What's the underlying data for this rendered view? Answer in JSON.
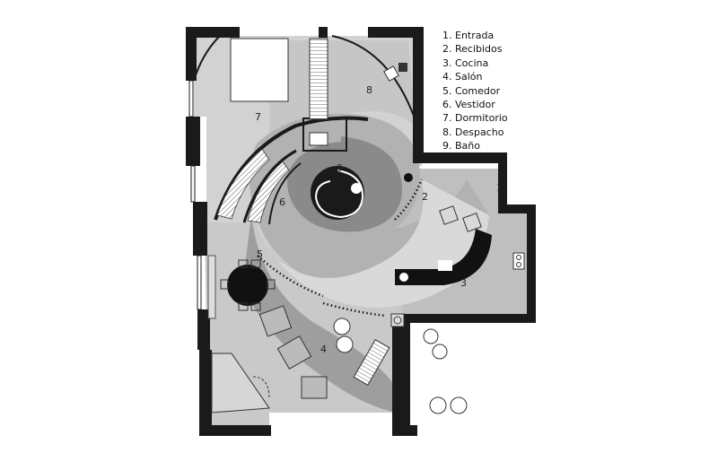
{
  "legend": {
    "items": [
      "1. Entrada",
      "2. Recibidos",
      "3. Cocina",
      "4. Salón",
      "5. Comedor",
      "6. Vestidor",
      "7. Dormitorio",
      "8. Despacho",
      "9. Baño"
    ]
  },
  "room_numbers": {
    "n1": "1",
    "n2": "2",
    "n3": "3",
    "n4": "4",
    "n5": "5",
    "n6": "6",
    "n7": "7",
    "n8": "8",
    "n9": "9"
  },
  "colors": {
    "wall": "#1a1a1a",
    "light_floor": "#d4d4d4",
    "mid_floor": "#b8b8b8",
    "dark_floor": "#8f8f8f",
    "darkest_floor": "#7a7a7a",
    "furniture": "#111111"
  }
}
